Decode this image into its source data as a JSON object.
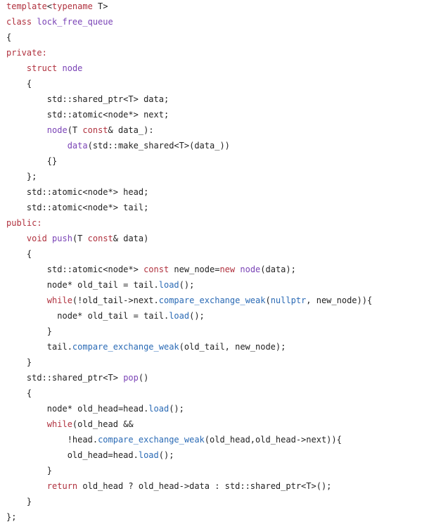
{
  "colors": {
    "background": "#ffffff",
    "text": "#222222",
    "keyword": "#b0313e",
    "function": "#2a6ab5",
    "type": "#7a43b6"
  },
  "code": {
    "lines": [
      {
        "indent": "",
        "tokens": [
          {
            "t": "kw",
            "v": "template"
          },
          {
            "t": "tx",
            "v": "<"
          },
          {
            "t": "kw",
            "v": "typename"
          },
          {
            "t": "tx",
            "v": " T>"
          }
        ]
      },
      {
        "indent": "",
        "tokens": [
          {
            "t": "kw",
            "v": "class"
          },
          {
            "t": "tx",
            "v": " "
          },
          {
            "t": "ty",
            "v": "lock_free_queue"
          }
        ]
      },
      {
        "indent": "",
        "tokens": [
          {
            "t": "tx",
            "v": "{"
          }
        ]
      },
      {
        "indent": "",
        "tokens": [
          {
            "t": "kw",
            "v": "private:"
          }
        ]
      },
      {
        "indent": "    ",
        "tokens": [
          {
            "t": "kw",
            "v": "struct"
          },
          {
            "t": "tx",
            "v": " "
          },
          {
            "t": "ty",
            "v": "node"
          }
        ]
      },
      {
        "indent": "    ",
        "tokens": [
          {
            "t": "tx",
            "v": "{"
          }
        ]
      },
      {
        "indent": "        ",
        "tokens": [
          {
            "t": "tx",
            "v": "std::shared_ptr<T> data;"
          }
        ]
      },
      {
        "indent": "        ",
        "tokens": [
          {
            "t": "tx",
            "v": "std::atomic<node*> next;"
          }
        ]
      },
      {
        "indent": "        ",
        "tokens": [
          {
            "t": "ty",
            "v": "node"
          },
          {
            "t": "tx",
            "v": "(T "
          },
          {
            "t": "kw",
            "v": "const"
          },
          {
            "t": "tx",
            "v": "& data_):"
          }
        ]
      },
      {
        "indent": "            ",
        "tokens": [
          {
            "t": "ty",
            "v": "data"
          },
          {
            "t": "tx",
            "v": "(std::make_shared<T>(data_))"
          }
        ]
      },
      {
        "indent": "        ",
        "tokens": [
          {
            "t": "tx",
            "v": "{}"
          }
        ]
      },
      {
        "indent": "    ",
        "tokens": [
          {
            "t": "tx",
            "v": "};"
          }
        ]
      },
      {
        "indent": "    ",
        "tokens": [
          {
            "t": "tx",
            "v": "std::atomic<node*> head;"
          }
        ]
      },
      {
        "indent": "    ",
        "tokens": [
          {
            "t": "tx",
            "v": "std::atomic<node*> tail;"
          }
        ]
      },
      {
        "indent": "",
        "tokens": [
          {
            "t": "kw",
            "v": "public:"
          }
        ]
      },
      {
        "indent": "    ",
        "tokens": [
          {
            "t": "kw",
            "v": "void"
          },
          {
            "t": "tx",
            "v": " "
          },
          {
            "t": "ty",
            "v": "push"
          },
          {
            "t": "tx",
            "v": "(T "
          },
          {
            "t": "kw",
            "v": "const"
          },
          {
            "t": "tx",
            "v": "& data)"
          }
        ]
      },
      {
        "indent": "    ",
        "tokens": [
          {
            "t": "tx",
            "v": "{"
          }
        ]
      },
      {
        "indent": "        ",
        "tokens": [
          {
            "t": "tx",
            "v": "std::atomic<node*> "
          },
          {
            "t": "kw",
            "v": "const"
          },
          {
            "t": "tx",
            "v": " new_node="
          },
          {
            "t": "kw",
            "v": "new"
          },
          {
            "t": "tx",
            "v": " "
          },
          {
            "t": "ty",
            "v": "node"
          },
          {
            "t": "tx",
            "v": "(data);"
          }
        ]
      },
      {
        "indent": "        ",
        "tokens": [
          {
            "t": "tx",
            "v": "node* old_tail = tail."
          },
          {
            "t": "fn",
            "v": "load"
          },
          {
            "t": "tx",
            "v": "();"
          }
        ]
      },
      {
        "indent": "        ",
        "tokens": [
          {
            "t": "kw",
            "v": "while"
          },
          {
            "t": "tx",
            "v": "(!old_tail->next."
          },
          {
            "t": "fn",
            "v": "compare_exchange_weak"
          },
          {
            "t": "tx",
            "v": "("
          },
          {
            "t": "fn",
            "v": "nullptr"
          },
          {
            "t": "tx",
            "v": ", new_node)){"
          }
        ]
      },
      {
        "indent": "          ",
        "tokens": [
          {
            "t": "tx",
            "v": "node* old_tail = tail."
          },
          {
            "t": "fn",
            "v": "load"
          },
          {
            "t": "tx",
            "v": "();"
          }
        ]
      },
      {
        "indent": "        ",
        "tokens": [
          {
            "t": "tx",
            "v": "}"
          }
        ]
      },
      {
        "indent": "        ",
        "tokens": [
          {
            "t": "tx",
            "v": "tail."
          },
          {
            "t": "fn",
            "v": "compare_exchange_weak"
          },
          {
            "t": "tx",
            "v": "(old_tail, new_node);"
          }
        ]
      },
      {
        "indent": "    ",
        "tokens": [
          {
            "t": "tx",
            "v": "}"
          }
        ]
      },
      {
        "indent": "    ",
        "tokens": [
          {
            "t": "tx",
            "v": "std::shared_ptr<T> "
          },
          {
            "t": "ty",
            "v": "pop"
          },
          {
            "t": "tx",
            "v": "()"
          }
        ]
      },
      {
        "indent": "    ",
        "tokens": [
          {
            "t": "tx",
            "v": "{"
          }
        ]
      },
      {
        "indent": "        ",
        "tokens": [
          {
            "t": "tx",
            "v": "node* old_head=head."
          },
          {
            "t": "fn",
            "v": "load"
          },
          {
            "t": "tx",
            "v": "();"
          }
        ]
      },
      {
        "indent": "        ",
        "tokens": [
          {
            "t": "kw",
            "v": "while"
          },
          {
            "t": "tx",
            "v": "(old_head &&"
          }
        ]
      },
      {
        "indent": "            ",
        "tokens": [
          {
            "t": "tx",
            "v": "!head."
          },
          {
            "t": "fn",
            "v": "compare_exchange_weak"
          },
          {
            "t": "tx",
            "v": "(old_head,old_head->next)){"
          }
        ]
      },
      {
        "indent": "            ",
        "tokens": [
          {
            "t": "tx",
            "v": "old_head=head."
          },
          {
            "t": "fn",
            "v": "load"
          },
          {
            "t": "tx",
            "v": "();"
          }
        ]
      },
      {
        "indent": "        ",
        "tokens": [
          {
            "t": "tx",
            "v": "}"
          }
        ]
      },
      {
        "indent": "        ",
        "tokens": [
          {
            "t": "kw",
            "v": "return"
          },
          {
            "t": "tx",
            "v": " old_head ? old_head->data : std::shared_ptr<T>();"
          }
        ]
      },
      {
        "indent": "    ",
        "tokens": [
          {
            "t": "tx",
            "v": "}"
          }
        ]
      },
      {
        "indent": "",
        "tokens": [
          {
            "t": "tx",
            "v": "};"
          }
        ]
      }
    ]
  }
}
